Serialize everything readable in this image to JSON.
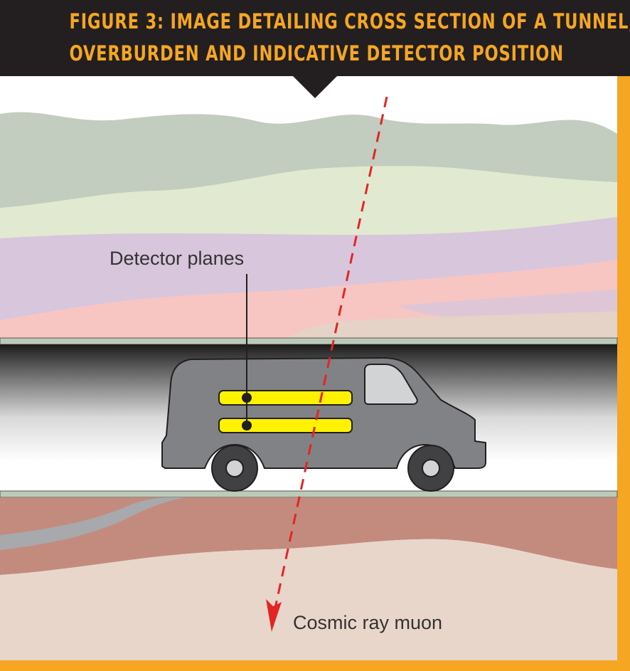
{
  "title": {
    "line1": "FIGURE 3: IMAGE DETAILING CROSS SECTION OF A TUNNEL,",
    "line2": "OVERBURDEN AND INDICATIVE DETECTOR POSITION"
  },
  "labels": {
    "detector_planes": "Detector planes",
    "muon": "Cosmic ray muon"
  },
  "colors": {
    "frame": "#f5a623",
    "title_bg": "#231f20",
    "title_text": "#f5a623",
    "layer_grey_green": "#c2ccbf",
    "layer_light_green": "#e1ead0",
    "layer_purple": "#d8c6dc",
    "layer_pink": "#f7c6c3",
    "layer_tan": "#e4d3c6",
    "tunnel_wall": "#bccab8",
    "van_body": "#808285",
    "detector_plane": "#fff200",
    "muon_path": "#e32526",
    "ground_brown": "#c38b7e",
    "ground_light": "#e8d6cb",
    "ground_grey": "#a7a9ac"
  }
}
